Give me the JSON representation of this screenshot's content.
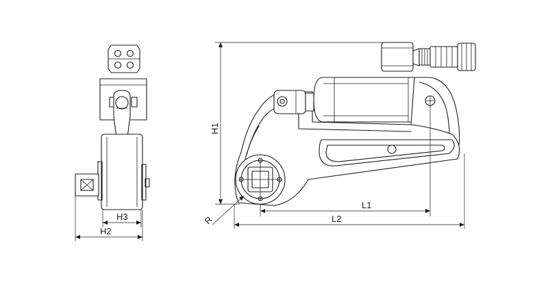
{
  "labels": {
    "h1": "H1",
    "h2": "H2",
    "h3": "H3",
    "l1": "L1",
    "l2": "L2",
    "r": "R"
  },
  "colors": {
    "line": "#1a1a1a",
    "background": "#ffffff"
  }
}
